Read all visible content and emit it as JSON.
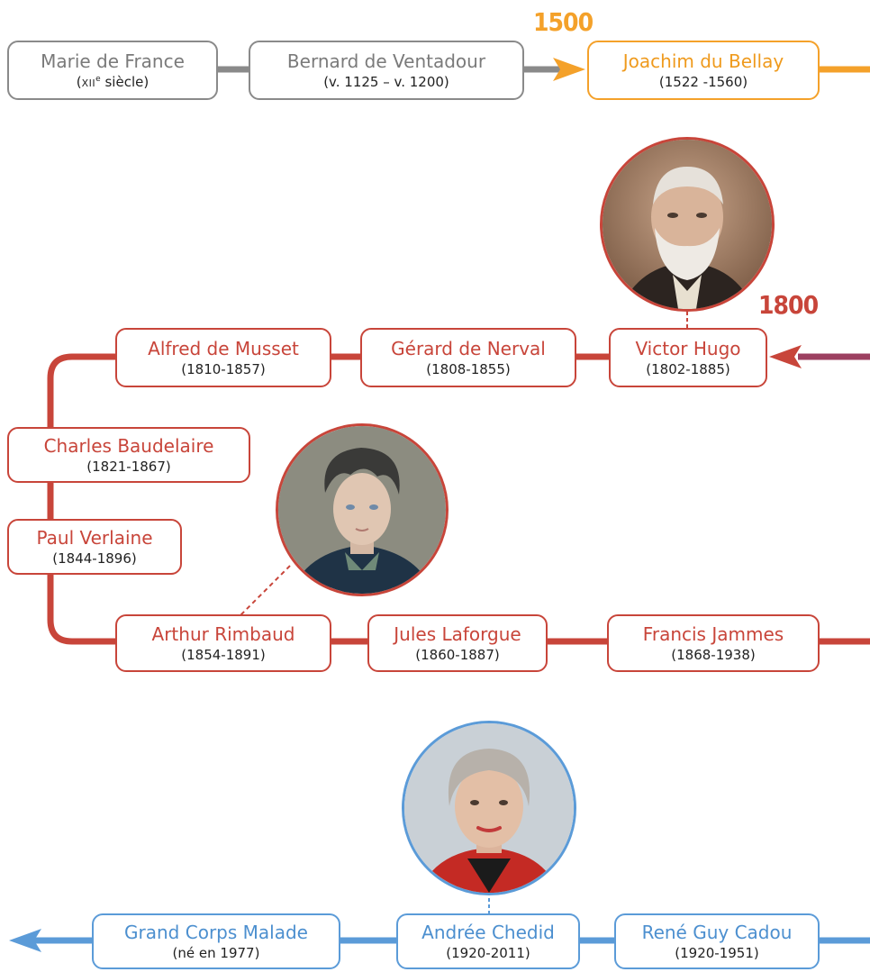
{
  "colors": {
    "medieval": "#8a8a8a",
    "renaissance": "#f4a12a",
    "nineteenth": "#c8453a",
    "twentieth": "#5b9bd8",
    "transition": "#9c4060"
  },
  "century_markers": {
    "c1500": "1500",
    "c1800": "1800"
  },
  "poets": {
    "marie": {
      "name": "Marie de France",
      "dates_roman": "XII",
      "dates_sup": "e",
      "dates_rest": " siècle)"
    },
    "bernard": {
      "name": "Bernard de Ventadour",
      "dates": "(v. 1125 – v. 1200)"
    },
    "joachim": {
      "name": "Joachim du Bellay",
      "dates": "(1522 -1560)"
    },
    "hugo": {
      "name": "Victor Hugo",
      "dates": "(1802-1885)"
    },
    "nerval": {
      "name": "Gérard de Nerval",
      "dates": "(1808-1855)"
    },
    "musset": {
      "name": "Alfred de Musset",
      "dates": "(1810-1857)"
    },
    "baudelaire": {
      "name": "Charles Baudelaire",
      "dates": "(1821-1867)"
    },
    "verlaine": {
      "name": "Paul Verlaine",
      "dates": "(1844-1896)"
    },
    "rimbaud": {
      "name": "Arthur Rimbaud",
      "dates": "(1854-1891)"
    },
    "laforgue": {
      "name": "Jules Laforgue",
      "dates": "(1860-1887)"
    },
    "jammes": {
      "name": "Francis Jammes",
      "dates": "(1868-1938)"
    },
    "gcm": {
      "name": "Grand Corps Malade",
      "dates": "(né en 1977)"
    },
    "chedid": {
      "name": "Andrée Chedid",
      "dates": "(1920-2011)"
    },
    "cadou": {
      "name": "René Guy Cadou",
      "dates": "(1920-1951)"
    }
  },
  "portraits": {
    "hugo": "portrait-victor-hugo",
    "rimbaud": "portrait-arthur-rimbaud",
    "chedid": "portrait-andree-chedid"
  }
}
